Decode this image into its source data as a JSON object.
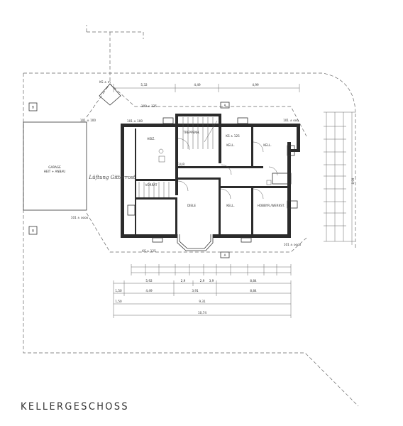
{
  "title": "KELLERGESCHOSS",
  "labels": {
    "ks_top": "KS ± m",
    "level_top": "100 ± 125",
    "level_bottom": "KS ± 125",
    "level_ks": "KS ± 125",
    "corner_tl": "101 ± 100",
    "corner_tr": "101 ± ooo",
    "corner_ml": "101 ± 100",
    "corner_bl": "101 ± oooo",
    "corner_br": "101 ± oooo",
    "garage": "GARAGE",
    "garage_sub": "HEIT + ANBAU",
    "annotation": "Lüftung Gitterrost",
    "room_heizung": "HEIZ.",
    "room_treppe": "TREPPENH.",
    "room_keller_r": "KELL.",
    "room_keller_nr": "KELL.",
    "room_vorrat": "VORRAT",
    "room_flur": "FLUR",
    "room_diele": "DIELE",
    "room_keller_b1": "KELL.",
    "room_hobby": "HOBBYR./WERKST.",
    "dim_top_1": "5,32",
    "dim_top_2": "4,49",
    "dim_top_3": "4,99",
    "dim_b1": "5,92",
    "dim_b2": "2,9",
    "dim_b3": "2,9",
    "dim_b4": "3,9",
    "dim_b5": "8,84",
    "dim_b6": "1,50",
    "dim_b7": "4,49",
    "dim_b8": "3,91",
    "dim_b9": "8,84",
    "dim_b10": "1,50",
    "dim_b11": "9,31",
    "dim_b12": "10,74",
    "dim_right": "8,99"
  }
}
